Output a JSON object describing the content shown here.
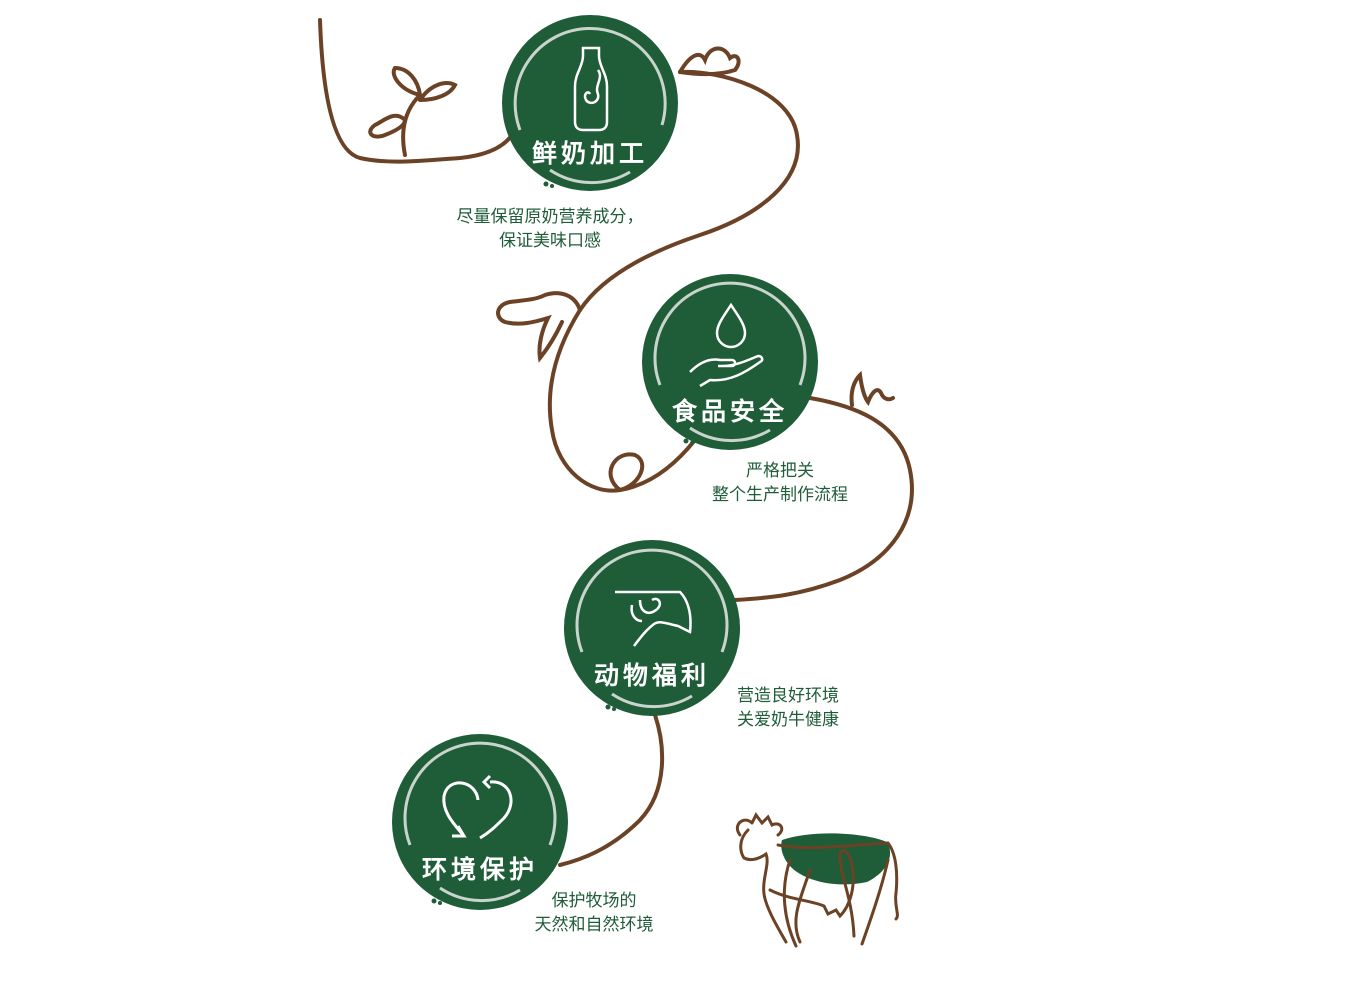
{
  "colors": {
    "green": "#1f5c38",
    "brown": "#6b4226",
    "ring": "#c9d5cc"
  },
  "steps": [
    {
      "title": "鲜奶加工",
      "icon": "milk-bottle-icon",
      "caption_lines": [
        "尽量保留原奶营养成分，",
        "保证美味口感"
      ]
    },
    {
      "title": "食品安全",
      "icon": "water-drop-hand-icon",
      "caption_lines": [
        "严格把关",
        "整个生产制作流程"
      ]
    },
    {
      "title": "动物福利",
      "icon": "cow-icon",
      "caption_lines": [
        "营造良好环境",
        "关爱奶牛健康"
      ]
    },
    {
      "title": "环境保护",
      "icon": "recycle-heart-icon",
      "caption_lines": [
        "保护牧场的",
        "天然和自然环境"
      ]
    }
  ]
}
